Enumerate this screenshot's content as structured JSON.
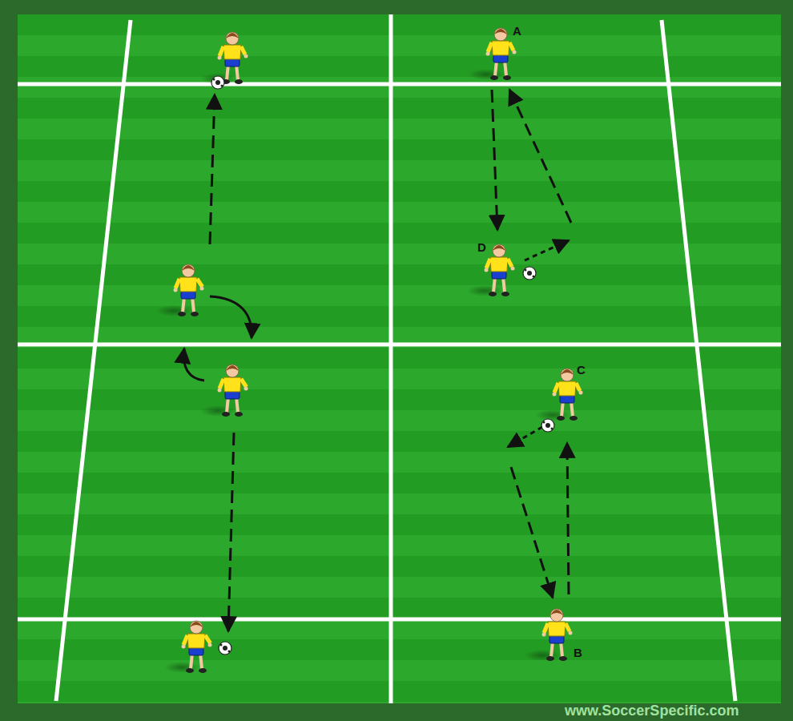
{
  "diagram": {
    "labels": [
      "A",
      "D",
      "C",
      "B",
      "www.SoccerSpecific.com"
    ]
  }
}
